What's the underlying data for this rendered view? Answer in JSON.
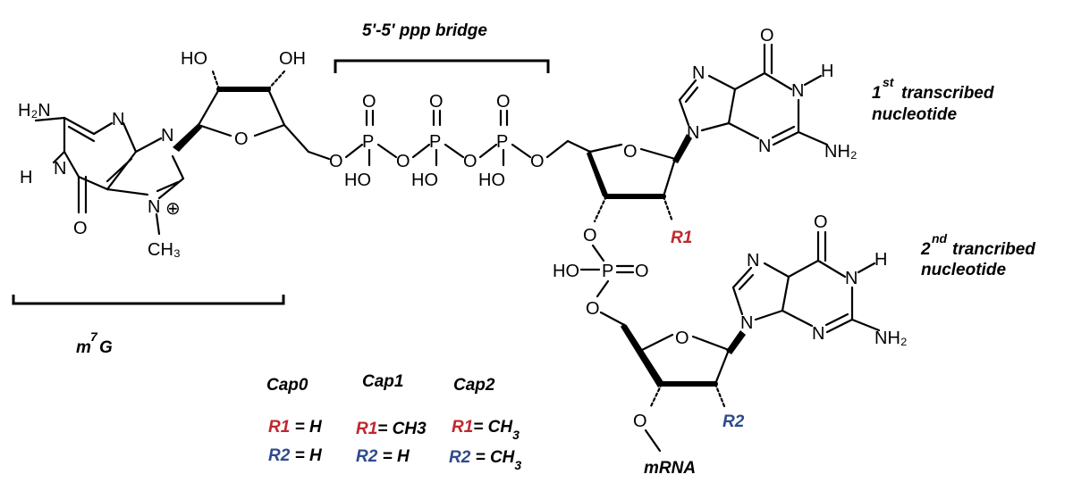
{
  "labels": {
    "bridge": "5'-5' ppp bridge",
    "m7g_main": "m",
    "m7g_sup": "7",
    "m7g_end": "G",
    "first_num": "1",
    "first_sup": "st",
    "first_line1": "transcribed",
    "first_line2": "nucleotide",
    "second_num": "2",
    "second_sup": "nd",
    "second_line1": "trancribed",
    "second_line2": "nucleotide",
    "mrna": "mRNA"
  },
  "caps": {
    "cap0": {
      "title": "Cap0",
      "r1_name": "R1",
      "r1_val": " = H",
      "r2_name": "R2",
      "r2_val": " = H"
    },
    "cap1": {
      "title": "Cap1",
      "r1_name": "R1",
      "r1_val": "= CH3",
      "r2_name": "R2",
      "r2_val": " = H"
    },
    "cap2": {
      "title": "Cap2",
      "r1_name": "R1",
      "r1_val": "= CH",
      "r1_sub": "3",
      "r2_name": "R2",
      "r2_val": " = CH",
      "r2_sub": "3"
    }
  },
  "substituents": {
    "r1": "R1",
    "r2": "R2"
  },
  "atoms": {
    "H2N": "H₂N",
    "N": "N",
    "H": "H",
    "O": "O",
    "CH3": "CH₃",
    "plus": "⊕",
    "HO": "HO",
    "OH": "OH",
    "P": "P",
    "NH2": "NH₂"
  },
  "colors": {
    "r1": "#c0272d",
    "r2": "#2e4a8c"
  }
}
